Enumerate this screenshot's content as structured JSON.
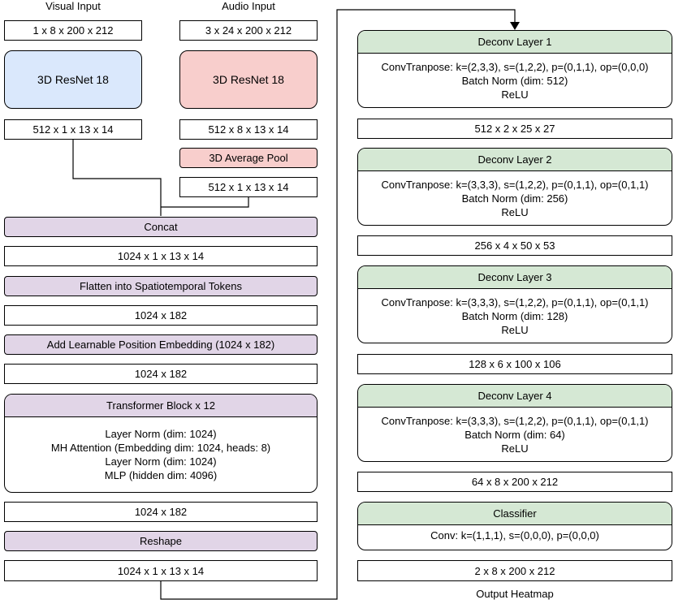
{
  "headers": {
    "visual_input": "Visual Input",
    "audio_input": "Audio Input",
    "output_heatmap": "Output Heatmap"
  },
  "visual": {
    "input_shape": "1 x 8 x 200 x 212",
    "backbone": "3D ResNet 18",
    "output_shape": "512 x 1 x 13 x 14"
  },
  "audio": {
    "input_shape": "3 x 24 x 200 x 212",
    "backbone": "3D ResNet 18",
    "feature_shape": "512 x 8 x 13 x 14",
    "pool": "3D Average Pool",
    "pooled_shape": "512 x 1 x 13 x 14"
  },
  "encoder": {
    "concat": "Concat",
    "concat_shape": "1024 x 1 x 13 x 14",
    "flatten": "Flatten into Spatiotemporal Tokens",
    "flatten_shape": "1024 x 182",
    "pos_embed": "Add Learnable Position Embedding (1024 x 182)",
    "pos_embed_shape": "1024 x 182",
    "transformer": {
      "title": "Transformer Block x 12",
      "lines": [
        "Layer Norm (dim: 1024)",
        "MH Attention (Embedding dim: 1024, heads: 8)",
        "Layer Norm (dim: 1024)",
        "MLP (hidden dim: 4096)"
      ]
    },
    "transformer_shape": "1024 x 182",
    "reshape": "Reshape",
    "reshape_shape": "1024 x 1 x 13 x 14"
  },
  "decoder": {
    "layers": [
      {
        "title": "Deconv Layer 1",
        "lines": [
          "ConvTranpose: k=(2,3,3), s=(1,2,2), p=(0,1,1), op=(0,0,0)",
          "Batch Norm (dim: 512)",
          "ReLU"
        ],
        "out_shape": "512 x 2 x 25 x 27"
      },
      {
        "title": "Deconv Layer 2",
        "lines": [
          "ConvTranpose: k=(3,3,3), s=(1,2,2), p=(0,1,1), op=(0,1,1)",
          "Batch Norm (dim: 256)",
          "ReLU"
        ],
        "out_shape": "256 x 4 x 50 x 53"
      },
      {
        "title": "Deconv Layer 3",
        "lines": [
          "ConvTranpose: k=(3,3,3), s=(1,2,2), p=(0,1,1), op=(0,1,1)",
          "Batch Norm (dim: 128)",
          "ReLU"
        ],
        "out_shape": "128 x 6 x 100 x 106"
      },
      {
        "title": "Deconv Layer 4",
        "lines": [
          "ConvTranpose: k=(3,3,3), s=(1,2,2), p=(0,1,1), op=(0,1,1)",
          "Batch Norm (dim: 64)",
          "ReLU"
        ],
        "out_shape": "64 x 8 x 200 x 212"
      }
    ],
    "classifier": {
      "title": "Classifier",
      "line": "Conv: k=(1,1,1), s=(0,0,0), p=(0,0,0)",
      "out_shape": "2 x 8 x 200 x 212"
    }
  },
  "colors": {
    "purple": "#e1d5e7",
    "pink": "#f8cecc",
    "blue": "#dae8fc",
    "green": "#d5e8d4"
  }
}
